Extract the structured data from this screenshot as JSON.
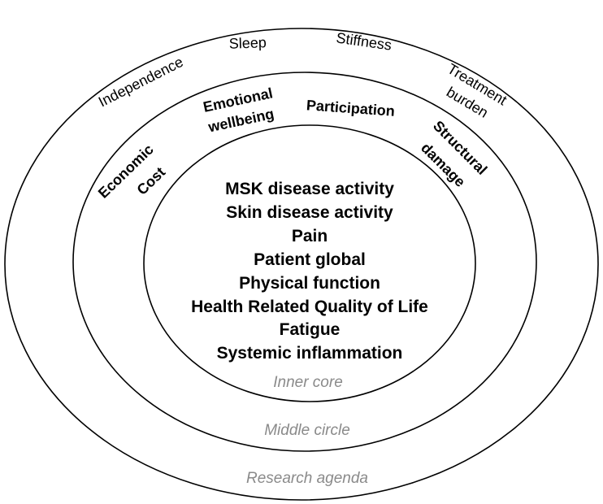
{
  "core": {
    "items": [
      "MSK disease activity",
      "Skin disease activity",
      "Pain",
      "Patient global",
      "Physical function",
      "Health Related Quality of Life",
      "Fatigue",
      "Systemic inflammation"
    ],
    "caption": "Inner core"
  },
  "middle": {
    "economic_cost": [
      "Economic",
      "Cost"
    ],
    "emotional_wellbeing": [
      "Emotional",
      "wellbeing"
    ],
    "participation": "Participation",
    "structural_damage": [
      "Structural",
      "damage"
    ],
    "caption": "Middle circle"
  },
  "outer": {
    "independence": "Independence",
    "sleep": "Sleep",
    "stiffness": "Stiffness",
    "treatment_burden": [
      "Treatment",
      "burden"
    ],
    "caption": "Research agenda"
  },
  "colors": {
    "stroke": "#000000",
    "text": "#000000",
    "caption": "#8a8a8a",
    "background": "#ffffff"
  }
}
